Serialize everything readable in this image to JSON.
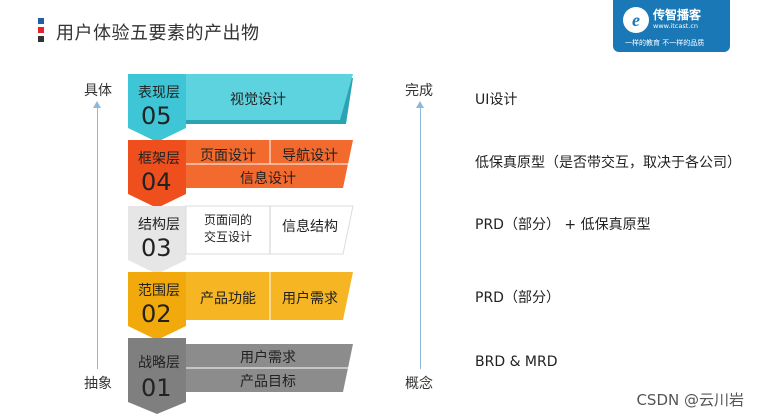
{
  "header": {
    "title": "用户体验五要素的产出物",
    "title_marks": [
      "#1f5fa8",
      "#e8212b",
      "#333333"
    ]
  },
  "logo": {
    "mark": "e",
    "name": "传智播客",
    "url": "www.itcast.cn",
    "slogan": "一样的教育 不一样的品质"
  },
  "axis_left": {
    "top": "具体",
    "bottom": "抽象"
  },
  "axis_right": {
    "top": "完成",
    "bottom": "概念"
  },
  "layers": [
    {
      "name": "表现层",
      "num": "05",
      "cells": [
        "视觉设计"
      ],
      "color": "#3ec6d6",
      "output": "UI设计"
    },
    {
      "name": "框架层",
      "num": "04",
      "cells": [
        "页面设计",
        "导航设计",
        "信息设计"
      ],
      "color": "#ee4f1d",
      "output": "低保真原型（是否带交互，取决于各公司）"
    },
    {
      "name": "结构层",
      "num": "03",
      "cells": [
        "页面间的",
        "交互设计",
        "信息结构"
      ],
      "color": "#e9e9e9",
      "output": "PRD（部分） + 低保真原型"
    },
    {
      "name": "范围层",
      "num": "02",
      "cells": [
        "产品功能",
        "用户需求"
      ],
      "color": "#f1a90b",
      "output": "PRD（部分）"
    },
    {
      "name": "战略层",
      "num": "01",
      "cells": [
        "用户需求",
        "产品目标"
      ],
      "color": "#7f7f7f",
      "output": "BRD & MRD"
    }
  ],
  "watermark": "CSDN @云川岩"
}
